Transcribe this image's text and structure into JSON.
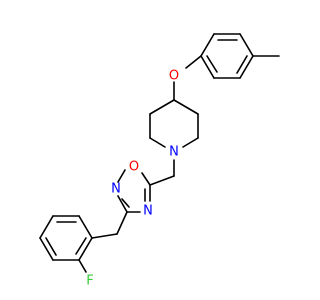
{
  "molecule": {
    "atoms": {
      "oxygen_ether": {
        "symbol": "O",
        "color": "#ff0000"
      },
      "nitrogen_piperidine": {
        "symbol": "N",
        "color": "#0000ff"
      },
      "oxygen_oxadiazole": {
        "symbol": "O",
        "color": "#ff0000"
      },
      "nitrogen_oxadiazole_2": {
        "symbol": "N",
        "color": "#0000ff"
      },
      "nitrogen_oxadiazole_4": {
        "symbol": "N",
        "color": "#0000ff"
      },
      "fluorine": {
        "symbol": "F",
        "color": "#33cc33"
      }
    },
    "bond_color": "#000000"
  }
}
